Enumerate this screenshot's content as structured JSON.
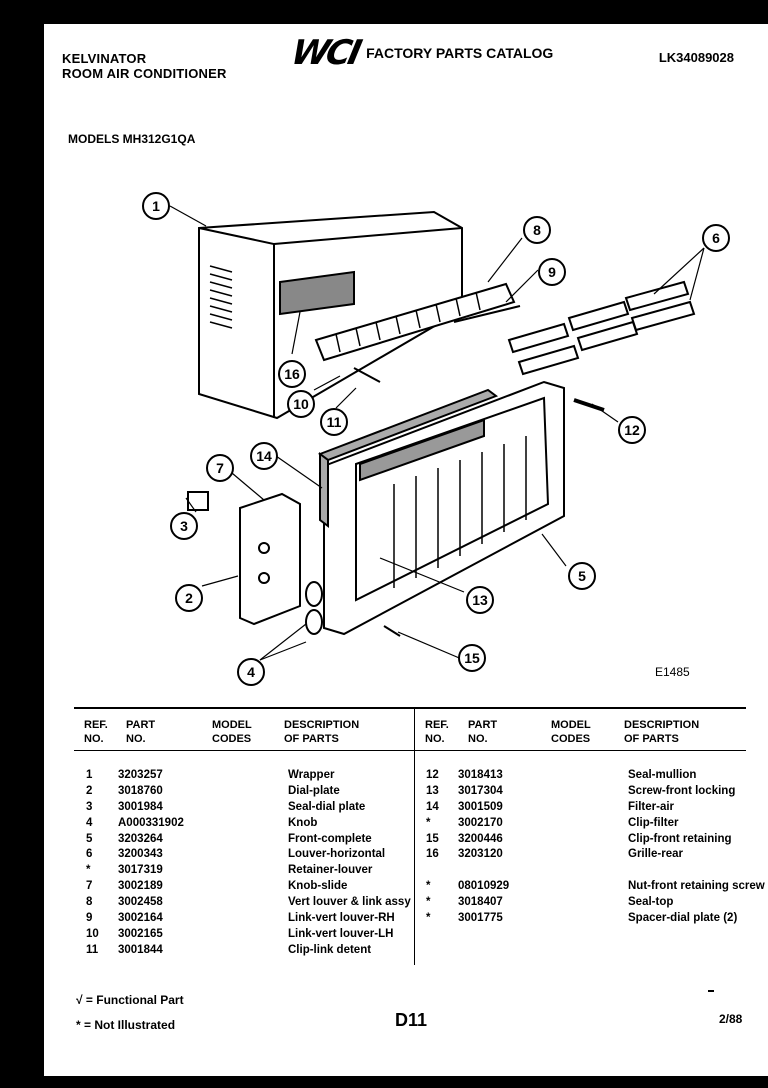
{
  "header": {
    "brand": "KELVINATOR",
    "product": "ROOM AIR CONDITIONER",
    "logo": "WCI",
    "catalog": "FACTORY PARTS CATALOG",
    "doc_number": "LK34089028"
  },
  "models": "MODELS MH312G1QA",
  "diagram": {
    "code": "E1485",
    "callouts": [
      "1",
      "2",
      "3",
      "4",
      "5",
      "6",
      "7",
      "8",
      "9",
      "10",
      "11",
      "12",
      "13",
      "14",
      "15",
      "16"
    ]
  },
  "table": {
    "headers": {
      "ref_no_1": "REF.",
      "ref_no_2": "NO.",
      "part_1": "PART",
      "part_2": "NO.",
      "model_1": "MODEL",
      "model_2": "CODES",
      "desc_1": "DESCRIPTION",
      "desc_2": "OF PARTS"
    },
    "left": [
      {
        "ref": "1",
        "part": "3203257",
        "desc": "Wrapper"
      },
      {
        "ref": "2",
        "part": "3018760",
        "desc": "Dial-plate"
      },
      {
        "ref": "3",
        "part": "3001984",
        "desc": "Seal-dial plate"
      },
      {
        "ref": "4",
        "part": "A000331902",
        "desc": "Knob"
      },
      {
        "ref": "5",
        "part": "3203264",
        "desc": "Front-complete"
      },
      {
        "ref": "6",
        "part": "3200343",
        "desc": "Louver-horizontal"
      },
      {
        "ref": "*",
        "part": "3017319",
        "desc": "Retainer-louver"
      },
      {
        "ref": "7",
        "part": "3002189",
        "desc": "Knob-slide"
      },
      {
        "ref": "8",
        "part": "3002458",
        "desc": "Vert louver & link assy"
      },
      {
        "ref": "9",
        "part": "3002164",
        "desc": "Link-vert louver-RH"
      },
      {
        "ref": "10",
        "part": "3002165",
        "desc": "Link-vert louver-LH"
      },
      {
        "ref": "11",
        "part": "3001844",
        "desc": "Clip-link detent"
      }
    ],
    "right": [
      {
        "ref": "12",
        "part": "3018413",
        "desc": "Seal-mullion"
      },
      {
        "ref": "13",
        "part": "3017304",
        "desc": "Screw-front locking"
      },
      {
        "ref": "14",
        "part": "3001509",
        "desc": "Filter-air"
      },
      {
        "ref": "*",
        "part": "3002170",
        "desc": "Clip-filter"
      },
      {
        "ref": "15",
        "part": "3200446",
        "desc": "Clip-front retaining"
      },
      {
        "ref": "16",
        "part": "3203120",
        "desc": "Grille-rear"
      },
      {
        "ref": "*",
        "part": "08010929",
        "desc": "Nut-front retaining screw"
      },
      {
        "ref": "*",
        "part": "3018407",
        "desc": "Seal-top"
      },
      {
        "ref": "*",
        "part": "3001775",
        "desc": "Spacer-dial plate (2)"
      }
    ]
  },
  "legend": {
    "functional": "√ = Functional Part",
    "not_illustrated": "* = Not Illustrated"
  },
  "footer": {
    "page_code": "D11",
    "date": "2/88"
  }
}
